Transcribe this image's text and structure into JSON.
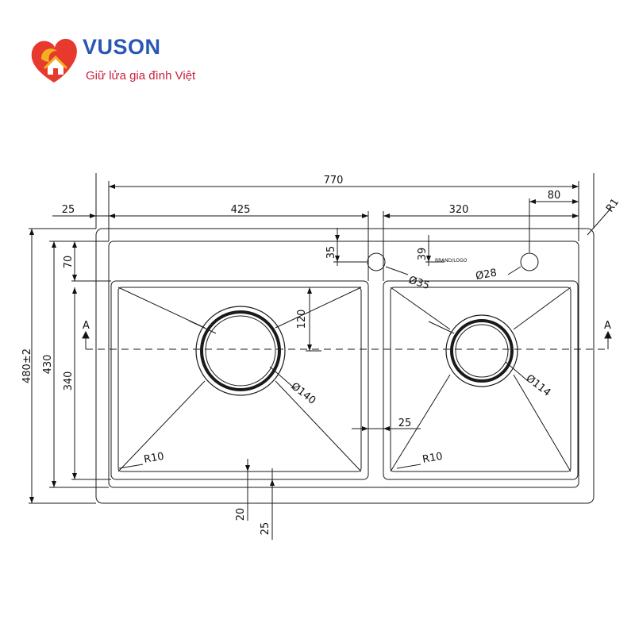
{
  "brand": {
    "name": "VUSON",
    "slogan": "Giữ lửa gia đình Việt",
    "colors": {
      "primary": "#2a57b5",
      "accent": "#e8392f",
      "gold": "#f2b01e"
    }
  },
  "drawing": {
    "dimensions": {
      "overall_width": "770",
      "offset_left": "25",
      "left_bowl_width": "425",
      "right_bowl_width": "320",
      "tap_hole_offset": "80",
      "corner_radius_partial": "R1",
      "overall_depth": "480±2",
      "bowl_depth_outer": "430",
      "top_margin": "70",
      "bowl_depth_inner": "340",
      "tap_hole_y1": "35",
      "tap_hole_y2": "39",
      "tap_hole_dia_1": "Ø35",
      "tap_hole_dia_2": "Ø28",
      "drain_center_offset": "120",
      "drain_dia_left": "Ø140",
      "drain_dia_right": "Ø114",
      "divider_width": "25",
      "inner_radius_left": "R10",
      "inner_radius_right": "R10",
      "bottom_margin_1": "20",
      "bottom_margin_2": "25"
    },
    "section_label_left": "A",
    "section_label_right": "A",
    "small_note": "BRAND/LOGO"
  }
}
